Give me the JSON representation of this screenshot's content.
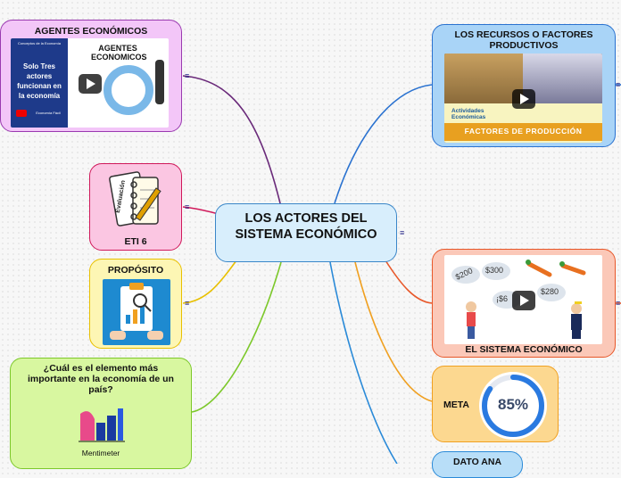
{
  "central": {
    "title": "LOS ACTORES DEL SISTEMA ECONÓMICO"
  },
  "agentes": {
    "title": "AGENTES ECONÓMICOS",
    "video_left_text": "Solo Tres actores funcionan en la economía",
    "video_top_text": "Conceptos de la Economía",
    "video_right_text": "AGENTES ECONOMICOS",
    "video_bottom_text": "Economía Fácil"
  },
  "recursos": {
    "title": "LOS RECURSOS O FACTORES PRODUCTIVOS",
    "video_brand": "Actividades Económicas",
    "video_caption": "FACTORES DE PRODUCCIÓN"
  },
  "eti": {
    "title": "ETI 6",
    "icon_text": "Evaluación"
  },
  "proposito": {
    "title": "PROPÓSITO"
  },
  "pregunta": {
    "title": "¿Cuál es el elemento más importante en la economía de un país?",
    "logo_text": "Mentimeter"
  },
  "sistema": {
    "title": "EL SISTEMA ECONÓMICO",
    "prices": [
      "$200",
      "$300",
      "$280",
      "¡$6"
    ]
  },
  "meta": {
    "title": "META",
    "percent_label": "85%",
    "percent_value": 85
  },
  "dato": {
    "title": "DATO ANA"
  },
  "colors": {
    "agentes": "#6a2a7a",
    "eti": "#d0185a",
    "proposito": "#e8c000",
    "pregunta": "#7cc82a",
    "recursos": "#2a72d0",
    "sistema": "#e8582a",
    "meta": "#f0a020",
    "dato": "#2a8ad8"
  }
}
